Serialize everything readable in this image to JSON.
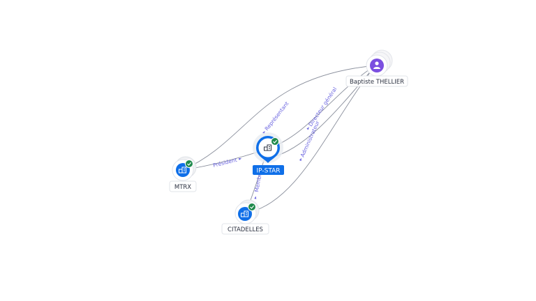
{
  "nodes": {
    "ipstar": {
      "label": "IP-STAR",
      "icon": "building-icon",
      "verified": true,
      "color": "#0f6fe8"
    },
    "mtrx": {
      "label": "MTRX",
      "icon": "building-icon",
      "verified": true,
      "color": "#0f6fe8"
    },
    "citadelles": {
      "label": "CITADELLES",
      "icon": "building-icon",
      "verified": true,
      "color": "#0f6fe8"
    },
    "person": {
      "label": "Baptiste THELLIER",
      "icon": "person-icon",
      "color": "#7b4fe0"
    }
  },
  "edges": {
    "president": "Président",
    "representant": "Représentant",
    "directeur_general": "Directeur général",
    "administrateur": "Administrateur",
    "membre": "Membre"
  },
  "colors": {
    "verified": "#1f8a4c",
    "edge_label": "#6c66e0"
  }
}
